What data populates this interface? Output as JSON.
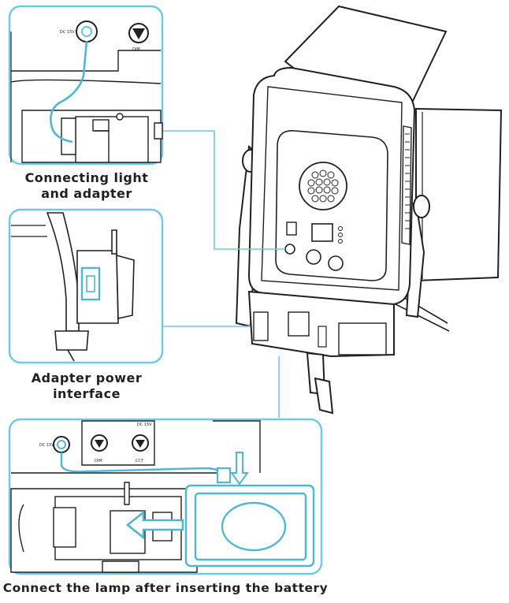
{
  "captions": {
    "connecting": [
      "Connecting light",
      "and adapter"
    ],
    "adapter": [
      "Adapter power",
      "interface"
    ],
    "battery": "Connect the lamp after inserting the battery"
  },
  "panel_labels": {
    "dc_in": "DC 15V",
    "dim": "DIM",
    "cct": "CCT",
    "dc_short": "DC 15V",
    "dc_top": "DC 15V"
  },
  "colors": {
    "callout": "#6ccbe0",
    "cable": "#4fb7d3",
    "line": "#231f20"
  }
}
